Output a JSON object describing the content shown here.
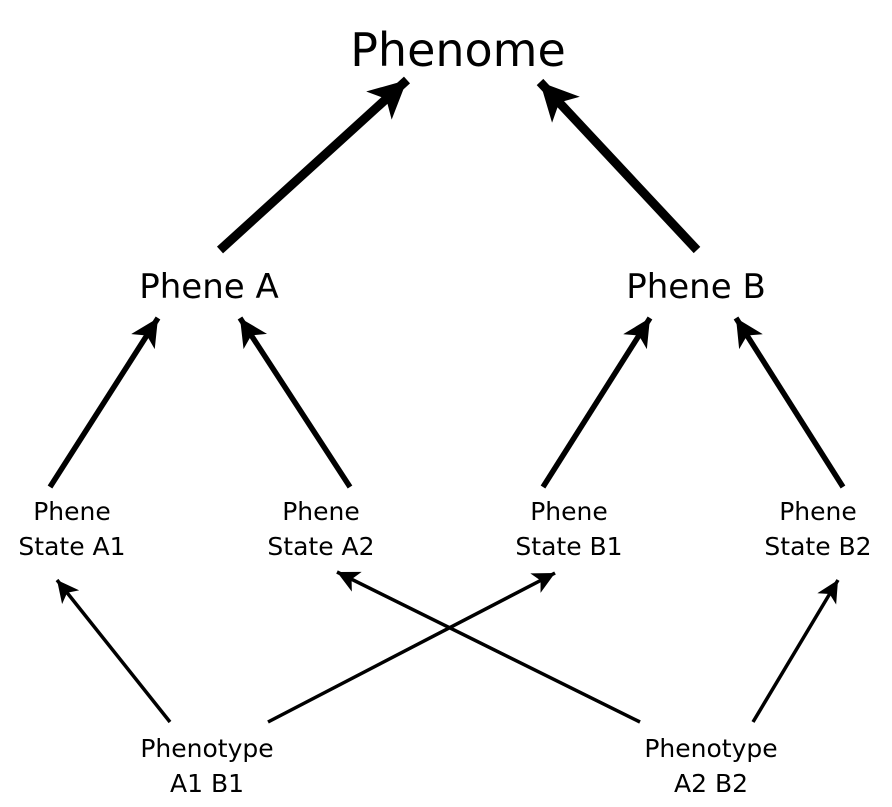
{
  "nodes": {
    "phenome": "Phenome",
    "phene_a": "Phene A",
    "phene_b": "Phene B",
    "state_a1": [
      "Phene",
      "State A1"
    ],
    "state_a2": [
      "Phene",
      "State A2"
    ],
    "state_b1": [
      "Phene",
      "State B1"
    ],
    "state_b2": [
      "Phene",
      "State B2"
    ],
    "phenotype_1": [
      "Phenotype",
      "A1 B1"
    ],
    "phenotype_2": [
      "Phenotype",
      "A2 B2"
    ]
  },
  "edges": [
    {
      "from": "phene_a",
      "to": "phenome"
    },
    {
      "from": "phene_b",
      "to": "phenome"
    },
    {
      "from": "state_a1",
      "to": "phene_a"
    },
    {
      "from": "state_a2",
      "to": "phene_a"
    },
    {
      "from": "state_b1",
      "to": "phene_b"
    },
    {
      "from": "state_b2",
      "to": "phene_b"
    },
    {
      "from": "phenotype_1",
      "to": "state_a1"
    },
    {
      "from": "phenotype_1",
      "to": "state_b1"
    },
    {
      "from": "phenotype_2",
      "to": "state_a2"
    },
    {
      "from": "phenotype_2",
      "to": "state_b2"
    }
  ],
  "colors": {
    "ink": "#000000",
    "background": "#ffffff"
  }
}
